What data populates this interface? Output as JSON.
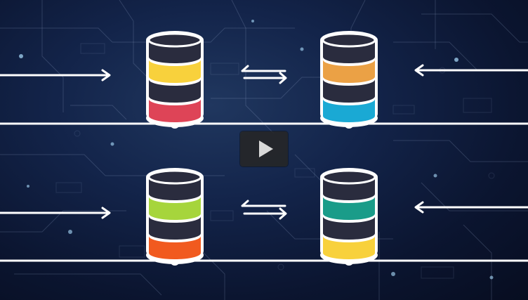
{
  "video": {
    "play_icon": "play-icon",
    "colors": {
      "background": "#0b1530",
      "line": "#ffffff",
      "db_dark": "#2a2c3e"
    }
  },
  "databases": [
    {
      "name": "top-left",
      "bands": [
        "#f8d13c",
        "#de4457"
      ]
    },
    {
      "name": "top-right",
      "bands": [
        "#eba145",
        "#1aa9d4"
      ]
    },
    {
      "name": "bottom-left",
      "bands": [
        "#a6d53c",
        "#f15a1f"
      ]
    },
    {
      "name": "bottom-right",
      "bands": [
        "#1a9c89",
        "#f8d13c"
      ]
    }
  ]
}
